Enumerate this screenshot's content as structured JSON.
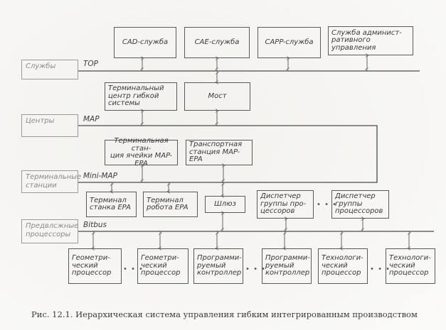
{
  "figure": {
    "caption": "Рис. 12.1. Иерархическая система управления гибким интегрированным производством",
    "levels": [
      {
        "id": "services",
        "label": "Службы",
        "bus": "TOP"
      },
      {
        "id": "centers",
        "label": "Центры",
        "bus": "MAP"
      },
      {
        "id": "terminals",
        "label": "Терминальные\nстанции",
        "bus": "Mini-MAP"
      },
      {
        "id": "processors",
        "label": "Предвлсжные\nпроцессоры",
        "bus": "Bitbus"
      }
    ],
    "service_boxes": [
      "CAD-служба",
      "CAE-служба",
      "CAPP-служба",
      "Служба админист-\nративного управления"
    ],
    "center_boxes": [
      "Терминальный\nцентр гибкой\nсистемы",
      "Мост"
    ],
    "terminal_boxes": [
      "Терминальная стан-\nция ячейки MAP-EPA",
      "Транспортная\nстанция MAP-EPA"
    ],
    "station_boxes": [
      "Терминал\nстанка EPA",
      "Терминал\nробота EPA",
      "Шлюз",
      "Диспетчер\nгруппы про-\nцессоров",
      "Диспетчер\nгруппы\nпроцессоров"
    ],
    "processor_boxes": [
      "Геометри-\nческий\nпроцессор",
      "Геометри-\nческий\nпроцессор",
      "Программи-\nруемый\nконтроллер",
      "Программи-\nруемый\nконтроллер",
      "Технологи-\nческий\nпроцессор",
      "Технологи-\nческий\nпроцессор"
    ],
    "ellipsis": "• • •"
  }
}
